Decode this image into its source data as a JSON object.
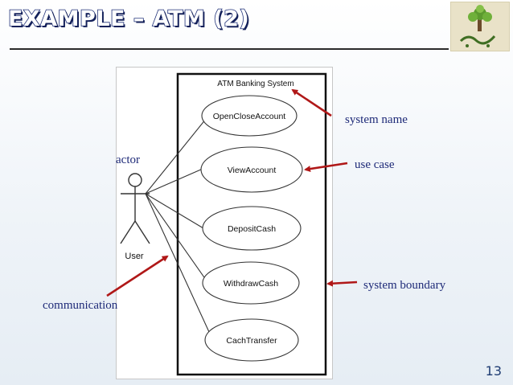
{
  "slide": {
    "title": "EXAMPLE – ATM (2)",
    "number": "13"
  },
  "diagram": {
    "system_name": "ATM Banking System",
    "actor_name": "User",
    "use_cases": [
      "OpenCloseAccount",
      "ViewAccount",
      "DepositCash",
      "WithdrawCash",
      "CachTransfer"
    ]
  },
  "annotations": {
    "system_name": "system name",
    "use_case": "use case",
    "actor": "actor",
    "system_boundary": "system boundary",
    "communication": "communication"
  },
  "colors": {
    "title_stroke": "#1e2f78",
    "annotation_arrow": "#b01818",
    "slide_number": "#1e3c72"
  }
}
